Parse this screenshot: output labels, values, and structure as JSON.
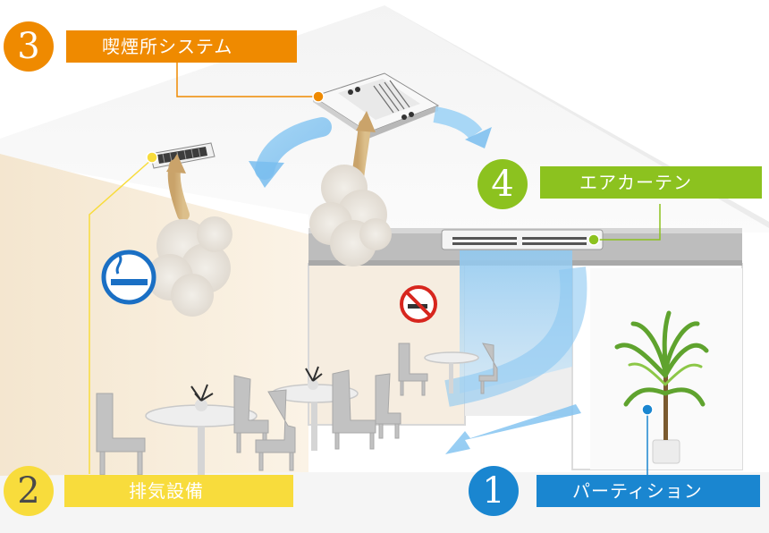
{
  "callouts": [
    {
      "number": "3",
      "label": "喫煙所システム",
      "color": "#ef8a00"
    },
    {
      "number": "2",
      "label": "排気設備",
      "color": "#f8dc3c"
    },
    {
      "number": "4",
      "label": "エアカーテン",
      "color": "#8cc21f"
    },
    {
      "number": "1",
      "label": "パーティション",
      "color": "#1a86d0"
    }
  ],
  "icons": {
    "smoking": "smoking-allowed-icon",
    "no_smoking": "no-smoking-icon"
  }
}
